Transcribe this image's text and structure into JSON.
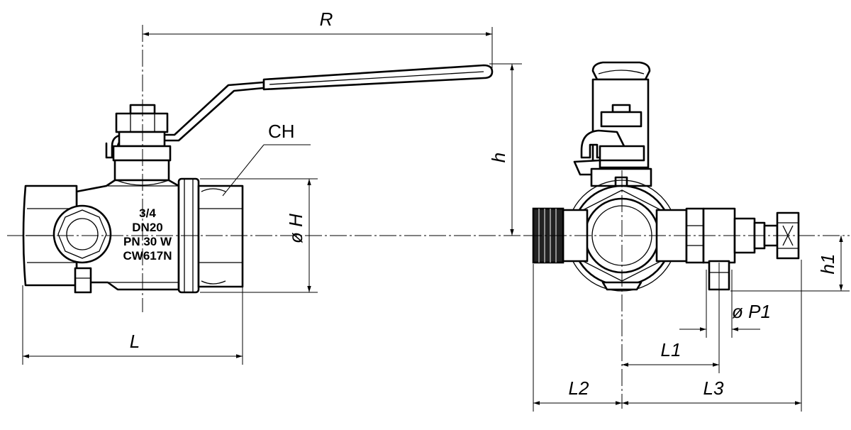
{
  "side_view": {
    "dim_R": "R",
    "dim_h": "h",
    "dim_L": "L",
    "dim_H": "ø H",
    "label_CH": "CH",
    "body_marking": [
      "3/4",
      "DN20",
      "PN 30 W",
      "CW617N"
    ]
  },
  "front_view": {
    "dim_L1": "L1",
    "dim_L2": "L2",
    "dim_L3": "L3",
    "dim_h1": "h1",
    "dim_P1": "ø P1"
  }
}
